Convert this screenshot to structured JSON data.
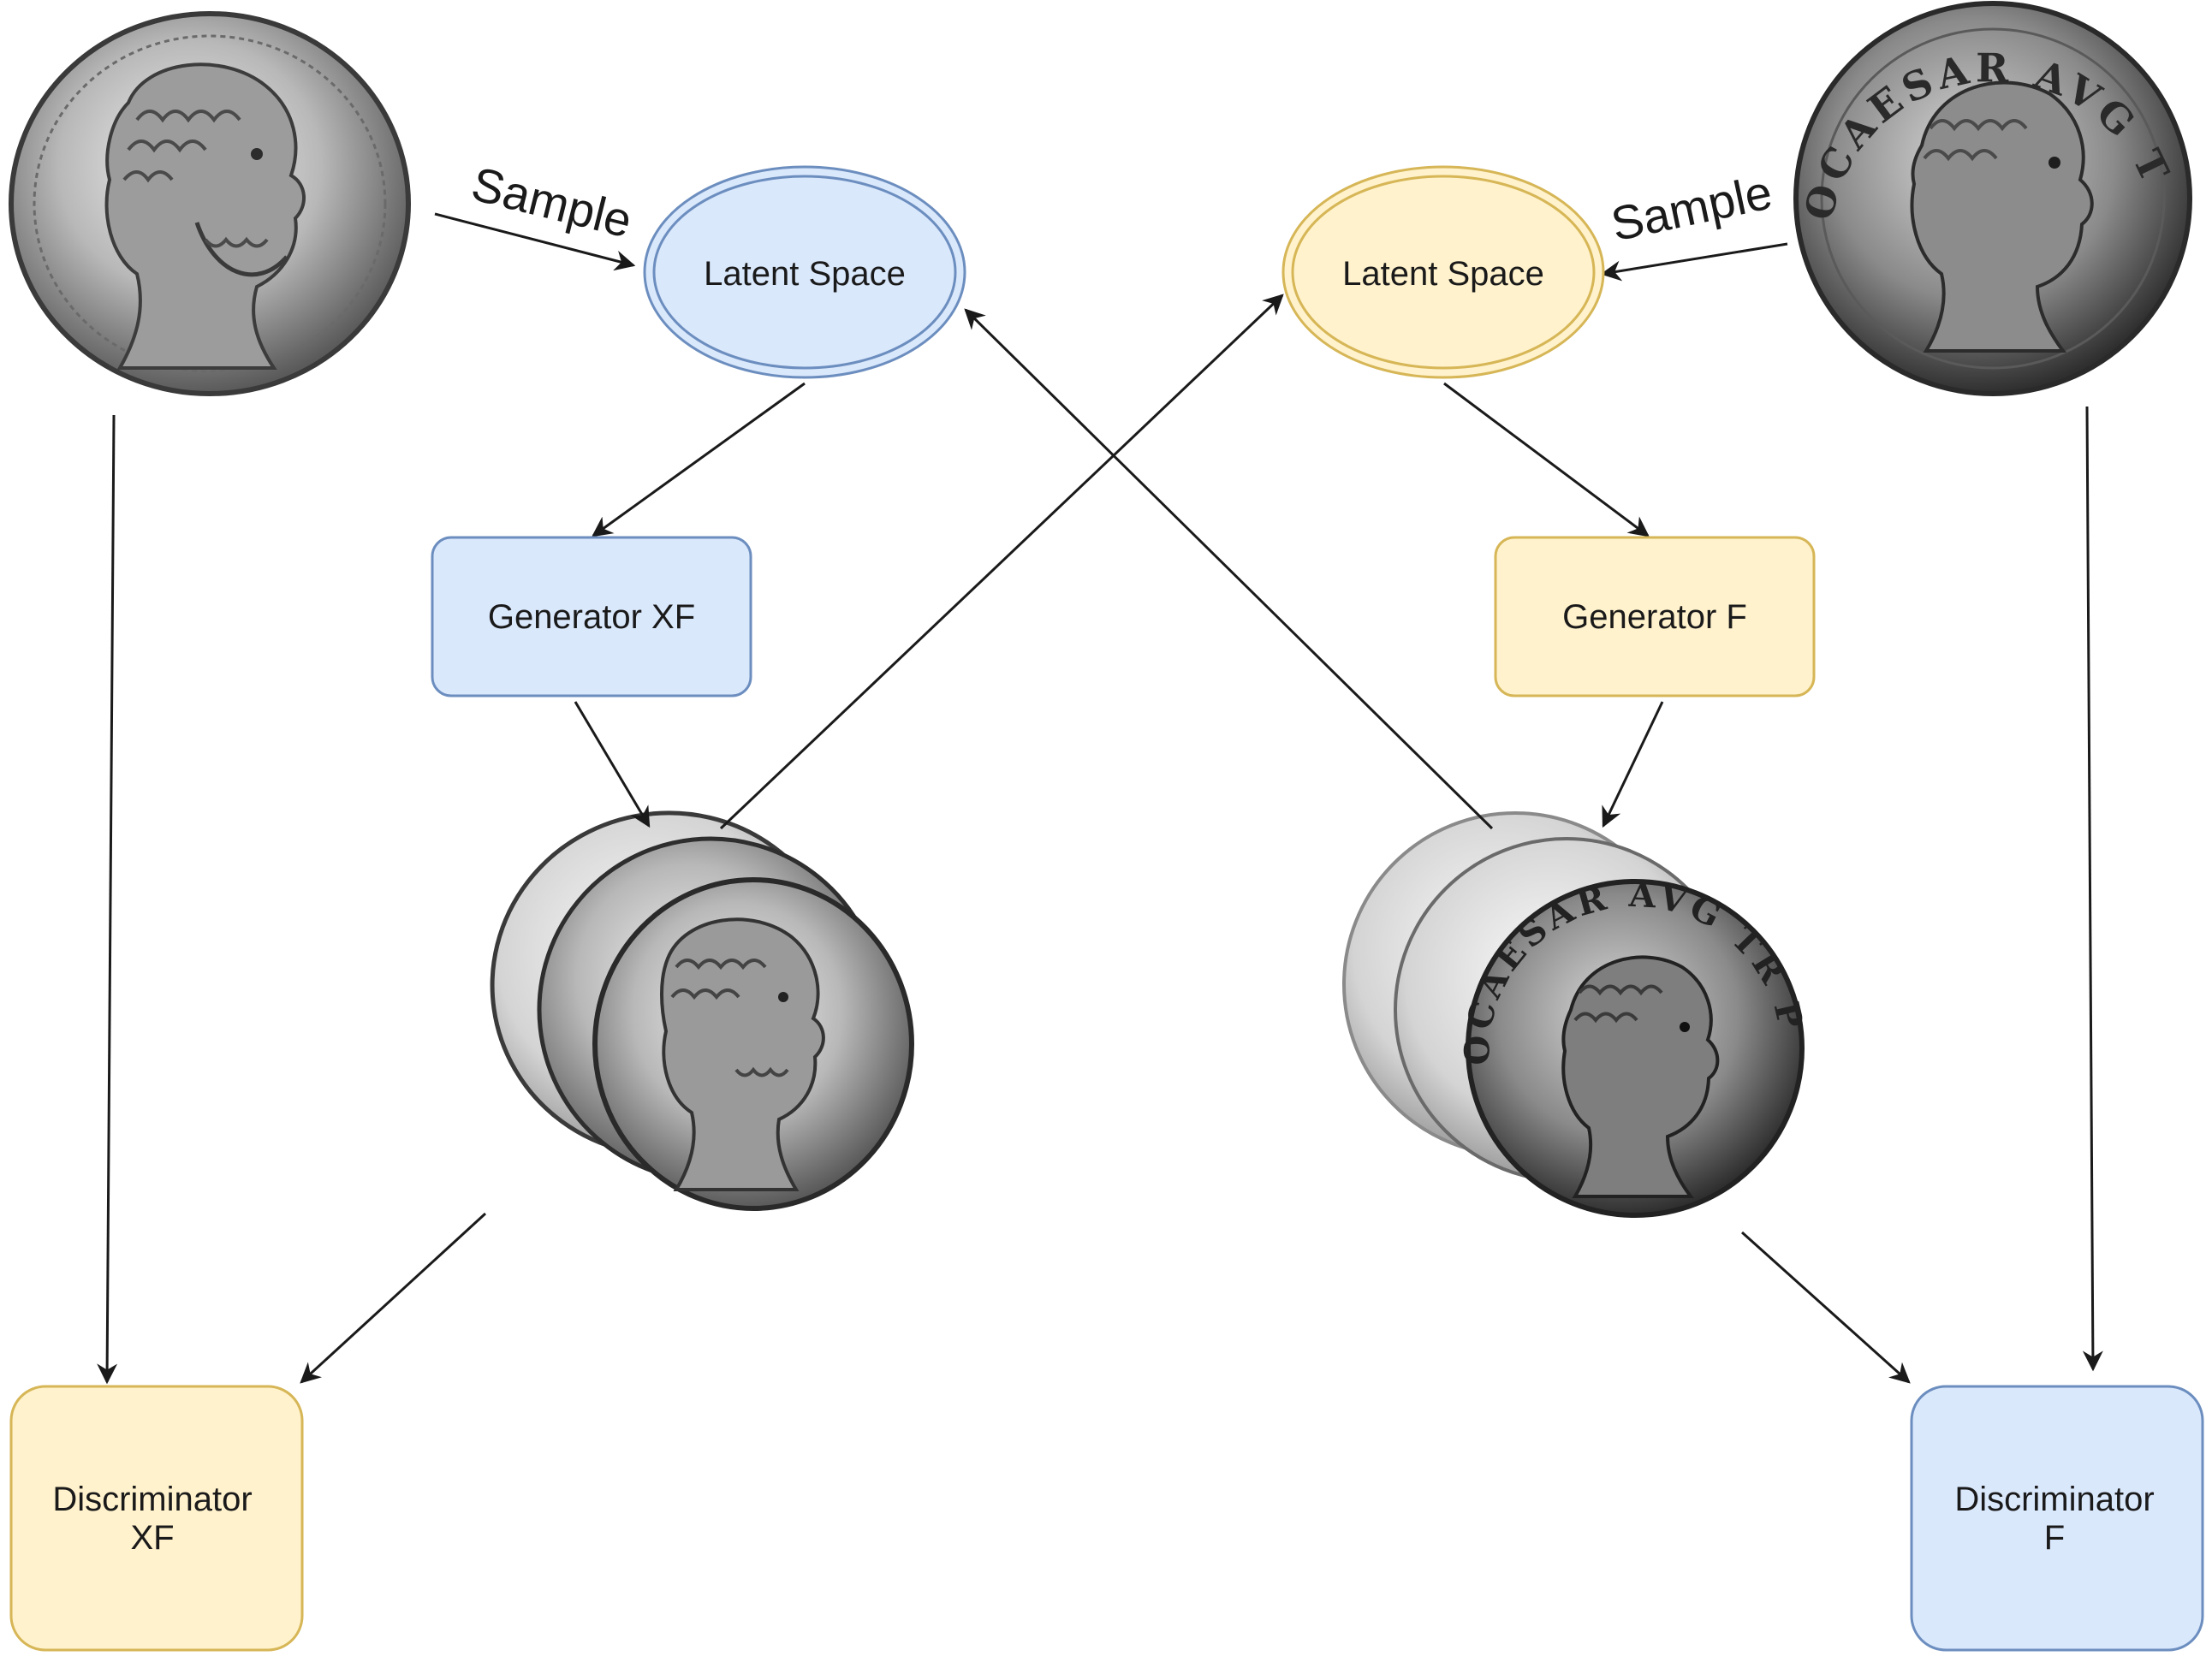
{
  "colors": {
    "blue_fill": "#dae8fc",
    "blue_stroke": "#6c8ebf",
    "yellow_fill": "#fff2cc",
    "yellow_stroke": "#d6b656",
    "arrow": "#1a1a1a"
  },
  "nodes": {
    "latent_left": "Latent Space",
    "latent_right": "Latent Space",
    "generator_xf": "Generator XF",
    "generator_f": "Generator F",
    "discriminator_xf": [
      "Discriminator",
      "XF"
    ],
    "discriminator_f": [
      "Discriminator",
      "F"
    ]
  },
  "edge_labels": {
    "sample_left": "Sample",
    "sample_right": "Sample"
  },
  "images": {
    "coin_top_left": "bearded-emperor-coin",
    "coin_top_right": "otho-coin",
    "coins_generated_left": "generated-bearded-coins",
    "coins_generated_right": "generated-otho-coins",
    "coin_legend_right": "OCAESAR AVG TR P"
  }
}
